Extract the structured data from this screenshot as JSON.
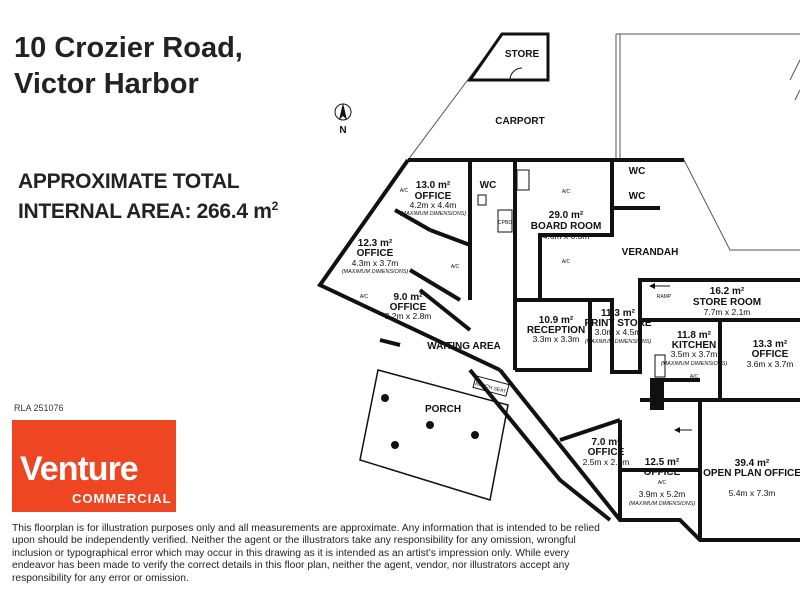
{
  "address": {
    "line1": "10 Crozier Road,",
    "line2": "Victor Harbor"
  },
  "area": {
    "line1": "APPROXIMATE TOTAL",
    "line2_prefix": "INTERNAL AREA: 266.4 m",
    "sup": "2"
  },
  "rla": "RLA 251076",
  "logo": {
    "word": "Venture",
    "sub": "COMMERCIAL",
    "bg": "#ee4523"
  },
  "compass": "N",
  "labels": {
    "store": "STORE",
    "carport": "CARPORT",
    "wc1": "WC",
    "wc2": "WC",
    "wc3": "WC",
    "cpbd": "CPBD",
    "verandah": "VERANDAH",
    "ramp": "RAMP",
    "waiting": "WAITING AREA",
    "porch": "PORCH",
    "bench": "BENCH SEAT",
    "ac": "A/C"
  },
  "rooms": [
    {
      "id": "office13",
      "area": "13.0 m²",
      "name": "OFFICE",
      "dim": "4.2m x 4.4m",
      "note": "(MAXIMUM DIMENSIONS)"
    },
    {
      "id": "office123",
      "area": "12.3 m²",
      "name": "OFFICE",
      "dim": "4.3m x 3.7m",
      "note": "(MAXIMUM DIMENSIONS)"
    },
    {
      "id": "office9",
      "area": "9.0 m²",
      "name": "OFFICE",
      "dim": "3.2m x 2.8m",
      "note": ""
    },
    {
      "id": "board",
      "area": "29.0 m²",
      "name": "BOARD ROOM",
      "dim": "4.6m x 6.3m",
      "note": ""
    },
    {
      "id": "reception",
      "area": "10.9 m²",
      "name": "RECEPTION",
      "dim": "3.3m x 3.3m",
      "note": ""
    },
    {
      "id": "print",
      "area": "11.3 m²",
      "name": "PRINT STORE",
      "dim": "3.0m x 4.5m",
      "note": "(MAXIMUM DIMENSIONS)"
    },
    {
      "id": "storeroom",
      "area": "16.2 m²",
      "name": "STORE ROOM",
      "dim": "7.7m x 2.1m",
      "note": ""
    },
    {
      "id": "kitchen",
      "area": "11.8 m²",
      "name": "KITCHEN",
      "dim": "3.5m x 3.7m",
      "note": "(MAXIMUM DIMENSIONS)"
    },
    {
      "id": "office133",
      "area": "13.3 m²",
      "name": "OFFICE",
      "dim": "3.6m x 3.7m",
      "note": ""
    },
    {
      "id": "office7",
      "area": "7.0 m²",
      "name": "OFFICE",
      "dim": "2.5m x 2.8m",
      "note": ""
    },
    {
      "id": "office125",
      "area": "12.5 m²",
      "name": "OFFICE",
      "dim": "3.9m x 5.2m",
      "note": "(MAXIMUM DIMENSIONS)"
    },
    {
      "id": "openplan",
      "area": "39.4 m²",
      "name": "OPEN PLAN OFFICE",
      "dim": "5.4m x 7.3m",
      "note": ""
    }
  ],
  "disclaimer": "This floorplan is for illustration purposes only and all measurements are approximate. Any information that is intended to be relied upon should be independently verified. Neither the agent or the illustrators take any responsibility for any omission, wrongful inclusion or typographical error which may occur in this drawing as it is intended as an artist’s impression only. While every endeavor has been made to verify the correct details in this floor plan, neither the agent, vendor, nor illustrators accept any responsibility for any error or omission."
}
